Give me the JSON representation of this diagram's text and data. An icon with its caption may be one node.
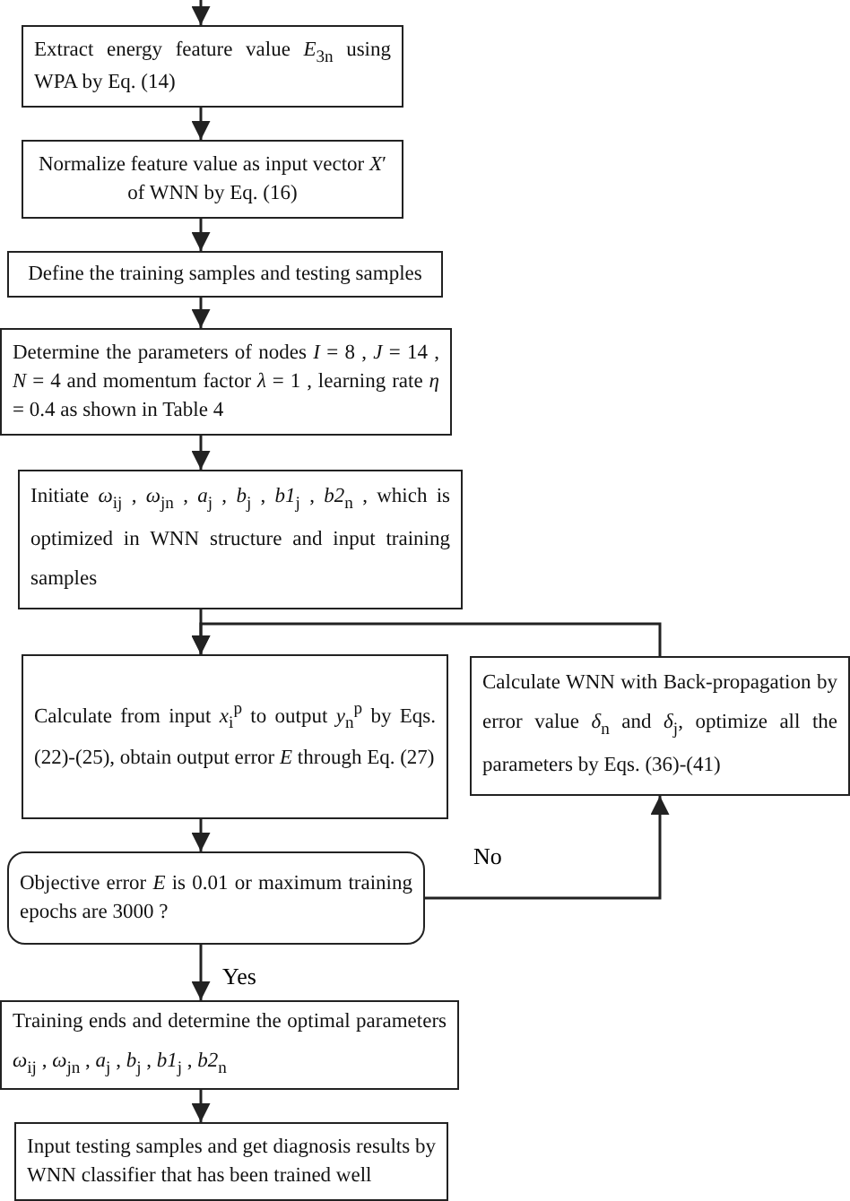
{
  "diagram": {
    "nodes": [
      {
        "text": [
          "Extract energy feature value *E*$_{3n}$ using WPA by Eq. (14)"
        ]
      },
      {
        "text": [
          "Normalize feature value as input vector *X*′ of WNN by Eq. (16)"
        ]
      },
      {
        "text": [
          "Define the training samples and testing samples"
        ]
      },
      {
        "text": [
          "Determine the parameters of nodes *I* = 8 , *J* = 14 , *N* = 4 and momentum factor *λ* = 1 , learning rate *η* = 0.4 as shown in Table 4"
        ]
      },
      {
        "text": [
          "Initiate *ω*$_{ij}$ , *ω*$_{jn}$ , *a*$_{j}$ , *b*$_{j}$ , *b1*$_{j}$ , *b2*$_{n}$ , which is optimized in WNN structure and input training samples"
        ]
      },
      {
        "text": [
          "Calculate from input *x*$_{i}$$^{p}$ to output *y*$_{n}$$^{p}$ by Eqs. (22)-(25), obtain output error *E* through Eq. (27)"
        ]
      },
      {
        "text": [
          "Calculate WNN with Back-propagation by error value *δ*$_{n}$ and *δ*$_{j}$, optimize all the parameters by Eqs. (36)-(41)"
        ]
      },
      {
        "text": [
          "Objective error *E* is 0.01 or maximum training epochs are 3000 ?"
        ]
      },
      {
        "text": [
          "Training ends and determine the optimal parameters *ω*$_{ij}$ , *ω*$_{jn}$ , *a*$_{j}$ , *b*$_{j}$ , *b1*$_{j}$ , *b2*$_{n}$"
        ]
      },
      {
        "text": [
          "Input testing samples and get diagnosis results by WNN classifier that has been trained well"
        ]
      }
    ],
    "edges": [
      {
        "from": null,
        "to": 0,
        "arrow": "to"
      },
      {
        "from": 0,
        "to": 1,
        "arrow": "to"
      },
      {
        "from": 1,
        "to": 2,
        "arrow": "to"
      },
      {
        "from": 2,
        "to": 3,
        "arrow": "to"
      },
      {
        "from": 3,
        "to": 4,
        "arrow": "to"
      },
      {
        "from": 4,
        "to": 5,
        "arrow": "to"
      },
      {
        "from": 6,
        "to": 5,
        "arrow": "to"
      },
      {
        "from": 7,
        "to": 6,
        "label": "No",
        "arrow": "to"
      },
      {
        "from": 5,
        "to": 7,
        "arrow": "to"
      },
      {
        "from": 7,
        "to": 8,
        "label": "Yes",
        "arrow": "to"
      },
      {
        "from": 8,
        "to": 9,
        "arrow": "to"
      }
    ]
  }
}
